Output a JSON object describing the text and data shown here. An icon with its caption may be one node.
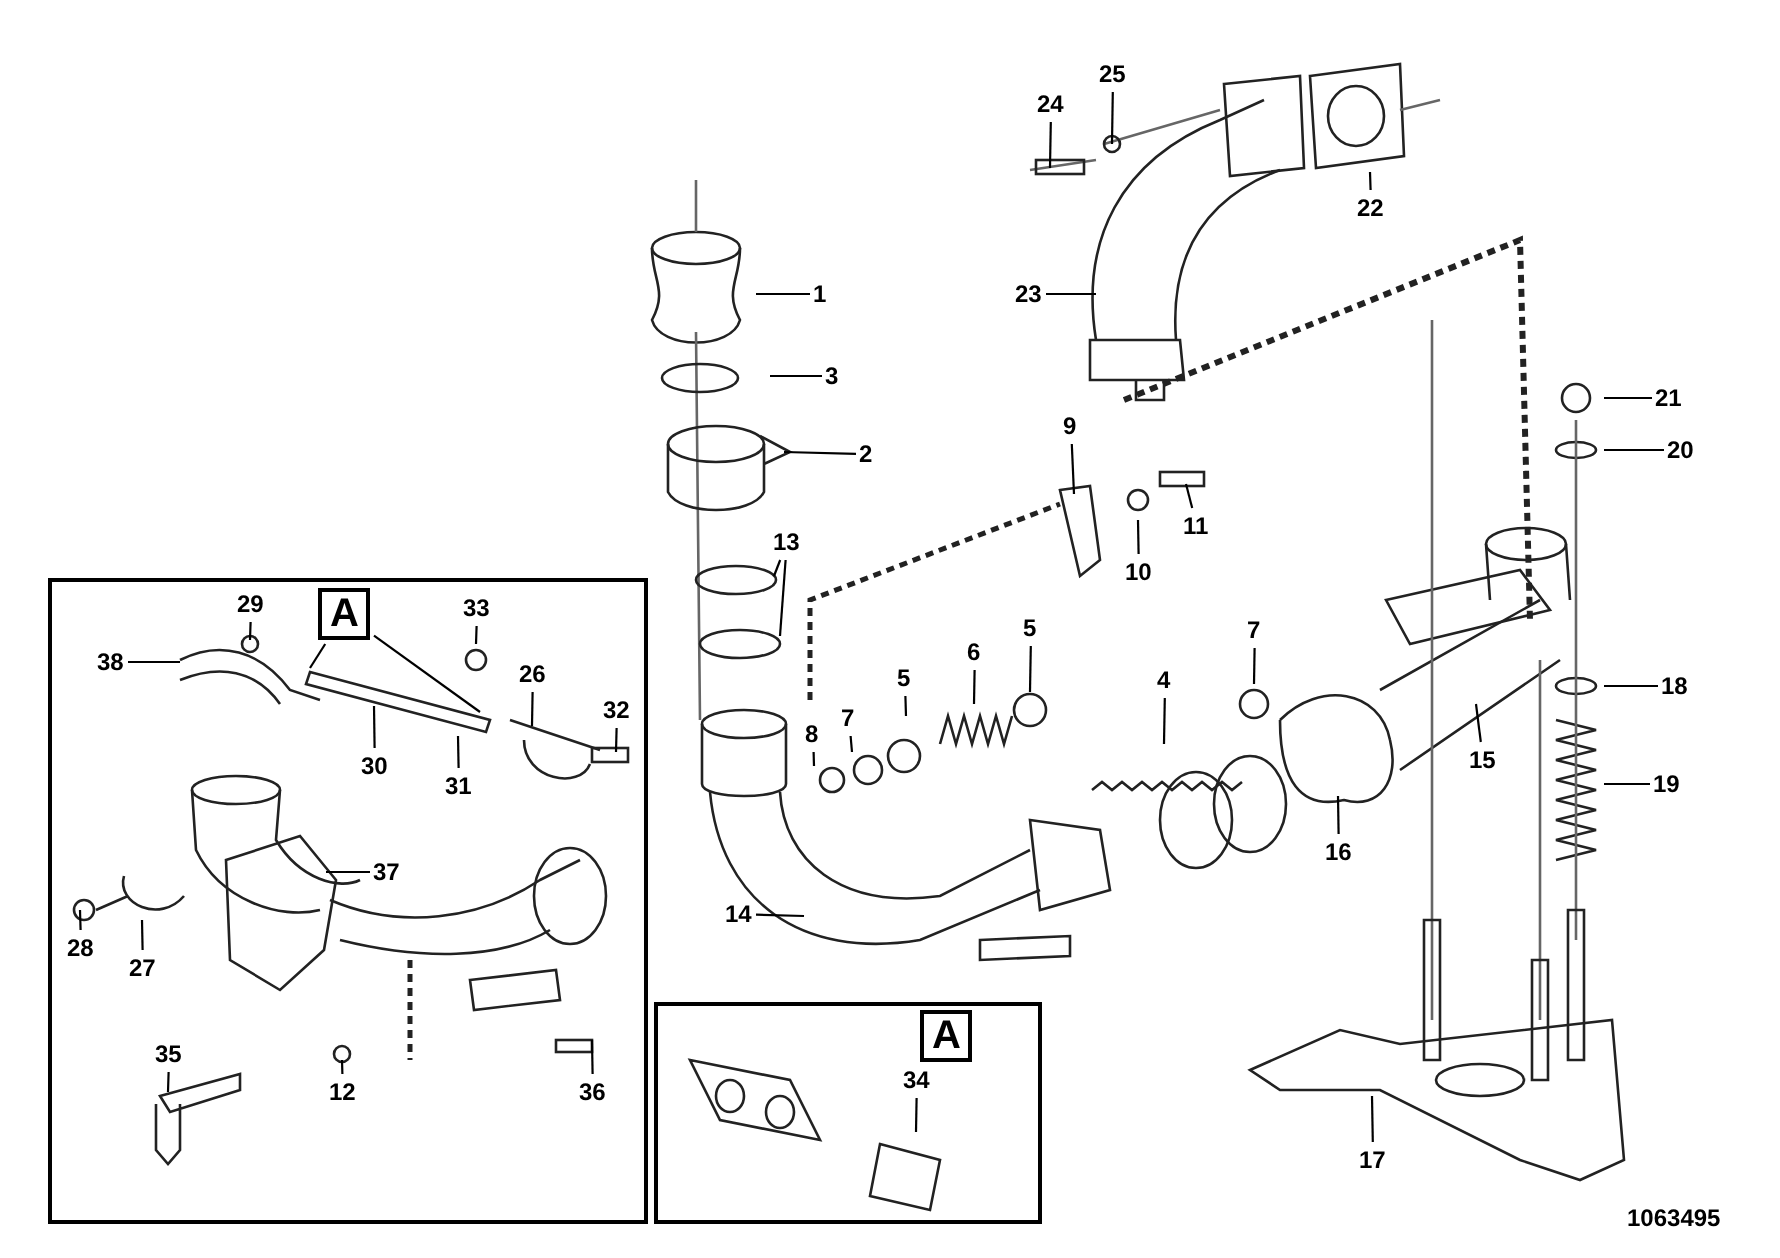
{
  "diagram": {
    "nodes": [
      {
        "text": [
          "24"
        ]
      },
      {
        "text": [
          "25"
        ]
      },
      {
        "text": [
          "22"
        ]
      },
      {
        "text": [
          "1"
        ]
      },
      {
        "text": [
          "23"
        ]
      },
      {
        "text": [
          "3"
        ]
      },
      {
        "text": [
          "21"
        ]
      },
      {
        "text": [
          "9"
        ]
      },
      {
        "text": [
          "2"
        ]
      },
      {
        "text": [
          "20"
        ]
      },
      {
        "text": [
          "11"
        ]
      },
      {
        "text": [
          "13"
        ]
      },
      {
        "text": [
          "10"
        ]
      },
      {
        "text": [
          "A"
        ]
      },
      {
        "text": [
          "29"
        ]
      },
      {
        "text": [
          "33"
        ]
      },
      {
        "text": [
          "38"
        ]
      },
      {
        "text": [
          "26"
        ]
      },
      {
        "text": [
          "7"
        ]
      },
      {
        "text": [
          "5"
        ]
      },
      {
        "text": [
          "6"
        ]
      },
      {
        "text": [
          "4"
        ]
      },
      {
        "text": [
          "18"
        ]
      },
      {
        "text": [
          "5"
        ]
      },
      {
        "text": [
          "32"
        ]
      },
      {
        "text": [
          "7"
        ]
      },
      {
        "text": [
          "8"
        ]
      },
      {
        "text": [
          "30"
        ]
      },
      {
        "text": [
          "15"
        ]
      },
      {
        "text": [
          "31"
        ]
      },
      {
        "text": [
          "19"
        ]
      },
      {
        "text": [
          "16"
        ]
      },
      {
        "text": [
          "37"
        ]
      },
      {
        "text": [
          "14"
        ]
      },
      {
        "text": [
          "28"
        ]
      },
      {
        "text": [
          "27"
        ]
      },
      {
        "text": [
          "A"
        ]
      },
      {
        "text": [
          "35"
        ]
      },
      {
        "text": [
          "34"
        ]
      },
      {
        "text": [
          "12"
        ]
      },
      {
        "text": [
          "36"
        ]
      },
      {
        "text": [
          "17"
        ]
      }
    ],
    "edges": [
      {
        "from": 0,
        "to": null,
        "arrow": "none"
      },
      {
        "from": 1,
        "to": null,
        "arrow": "none"
      },
      {
        "from": 2,
        "to": null,
        "arrow": "none"
      },
      {
        "from": 3,
        "to": null,
        "arrow": "none"
      },
      {
        "from": 4,
        "to": null,
        "arrow": "none"
      },
      {
        "from": 5,
        "to": null,
        "arrow": "none"
      },
      {
        "from": 6,
        "to": null,
        "arrow": "none"
      },
      {
        "from": 7,
        "to": null,
        "arrow": "none"
      },
      {
        "from": 8,
        "to": null,
        "arrow": "none"
      },
      {
        "from": 9,
        "to": null,
        "arrow": "none"
      },
      {
        "from": 10,
        "to": null,
        "arrow": "none"
      },
      {
        "from": 11,
        "to": null,
        "arrow": "none"
      },
      {
        "from": 11,
        "to": null,
        "arrow": "none"
      },
      {
        "from": 12,
        "to": null,
        "arrow": "none"
      },
      {
        "from": 13,
        "to": null,
        "arrow": "none"
      },
      {
        "from": 13,
        "to": null,
        "arrow": "none"
      },
      {
        "from": 14,
        "to": null,
        "arrow": "none"
      },
      {
        "from": 15,
        "to": null,
        "arrow": "none"
      },
      {
        "from": 16,
        "to": null,
        "arrow": "none"
      },
      {
        "from": 17,
        "to": null,
        "arrow": "none"
      },
      {
        "from": 18,
        "to": null,
        "arrow": "none"
      },
      {
        "from": 19,
        "to": null,
        "arrow": "none"
      },
      {
        "from": 20,
        "to": null,
        "arrow": "none"
      },
      {
        "from": 21,
        "to": null,
        "arrow": "none"
      },
      {
        "from": 22,
        "to": null,
        "arrow": "none"
      },
      {
        "from": 23,
        "to": null,
        "arrow": "none"
      },
      {
        "from": 24,
        "to": null,
        "arrow": "none"
      },
      {
        "from": 25,
        "to": null,
        "arrow": "none"
      },
      {
        "from": 26,
        "to": null,
        "arrow": "none"
      },
      {
        "from": 27,
        "to": null,
        "arrow": "none"
      },
      {
        "from": 28,
        "to": null,
        "arrow": "none"
      },
      {
        "from": 29,
        "to": null,
        "arrow": "none"
      },
      {
        "from": 30,
        "to": null,
        "arrow": "none"
      },
      {
        "from": 31,
        "to": null,
        "arrow": "none"
      },
      {
        "from": 32,
        "to": null,
        "arrow": "none"
      },
      {
        "from": 33,
        "to": null,
        "arrow": "none"
      },
      {
        "from": 34,
        "to": null,
        "arrow": "none"
      },
      {
        "from": 35,
        "to": null,
        "arrow": "none"
      },
      {
        "from": 37,
        "to": null,
        "arrow": "none"
      },
      {
        "from": 38,
        "to": null,
        "arrow": "none"
      },
      {
        "from": 39,
        "to": null,
        "arrow": "none"
      },
      {
        "from": 40,
        "to": null,
        "arrow": "none"
      },
      {
        "from": 41,
        "to": null,
        "arrow": "none"
      }
    ],
    "labels": [
      "1063495"
    ]
  }
}
